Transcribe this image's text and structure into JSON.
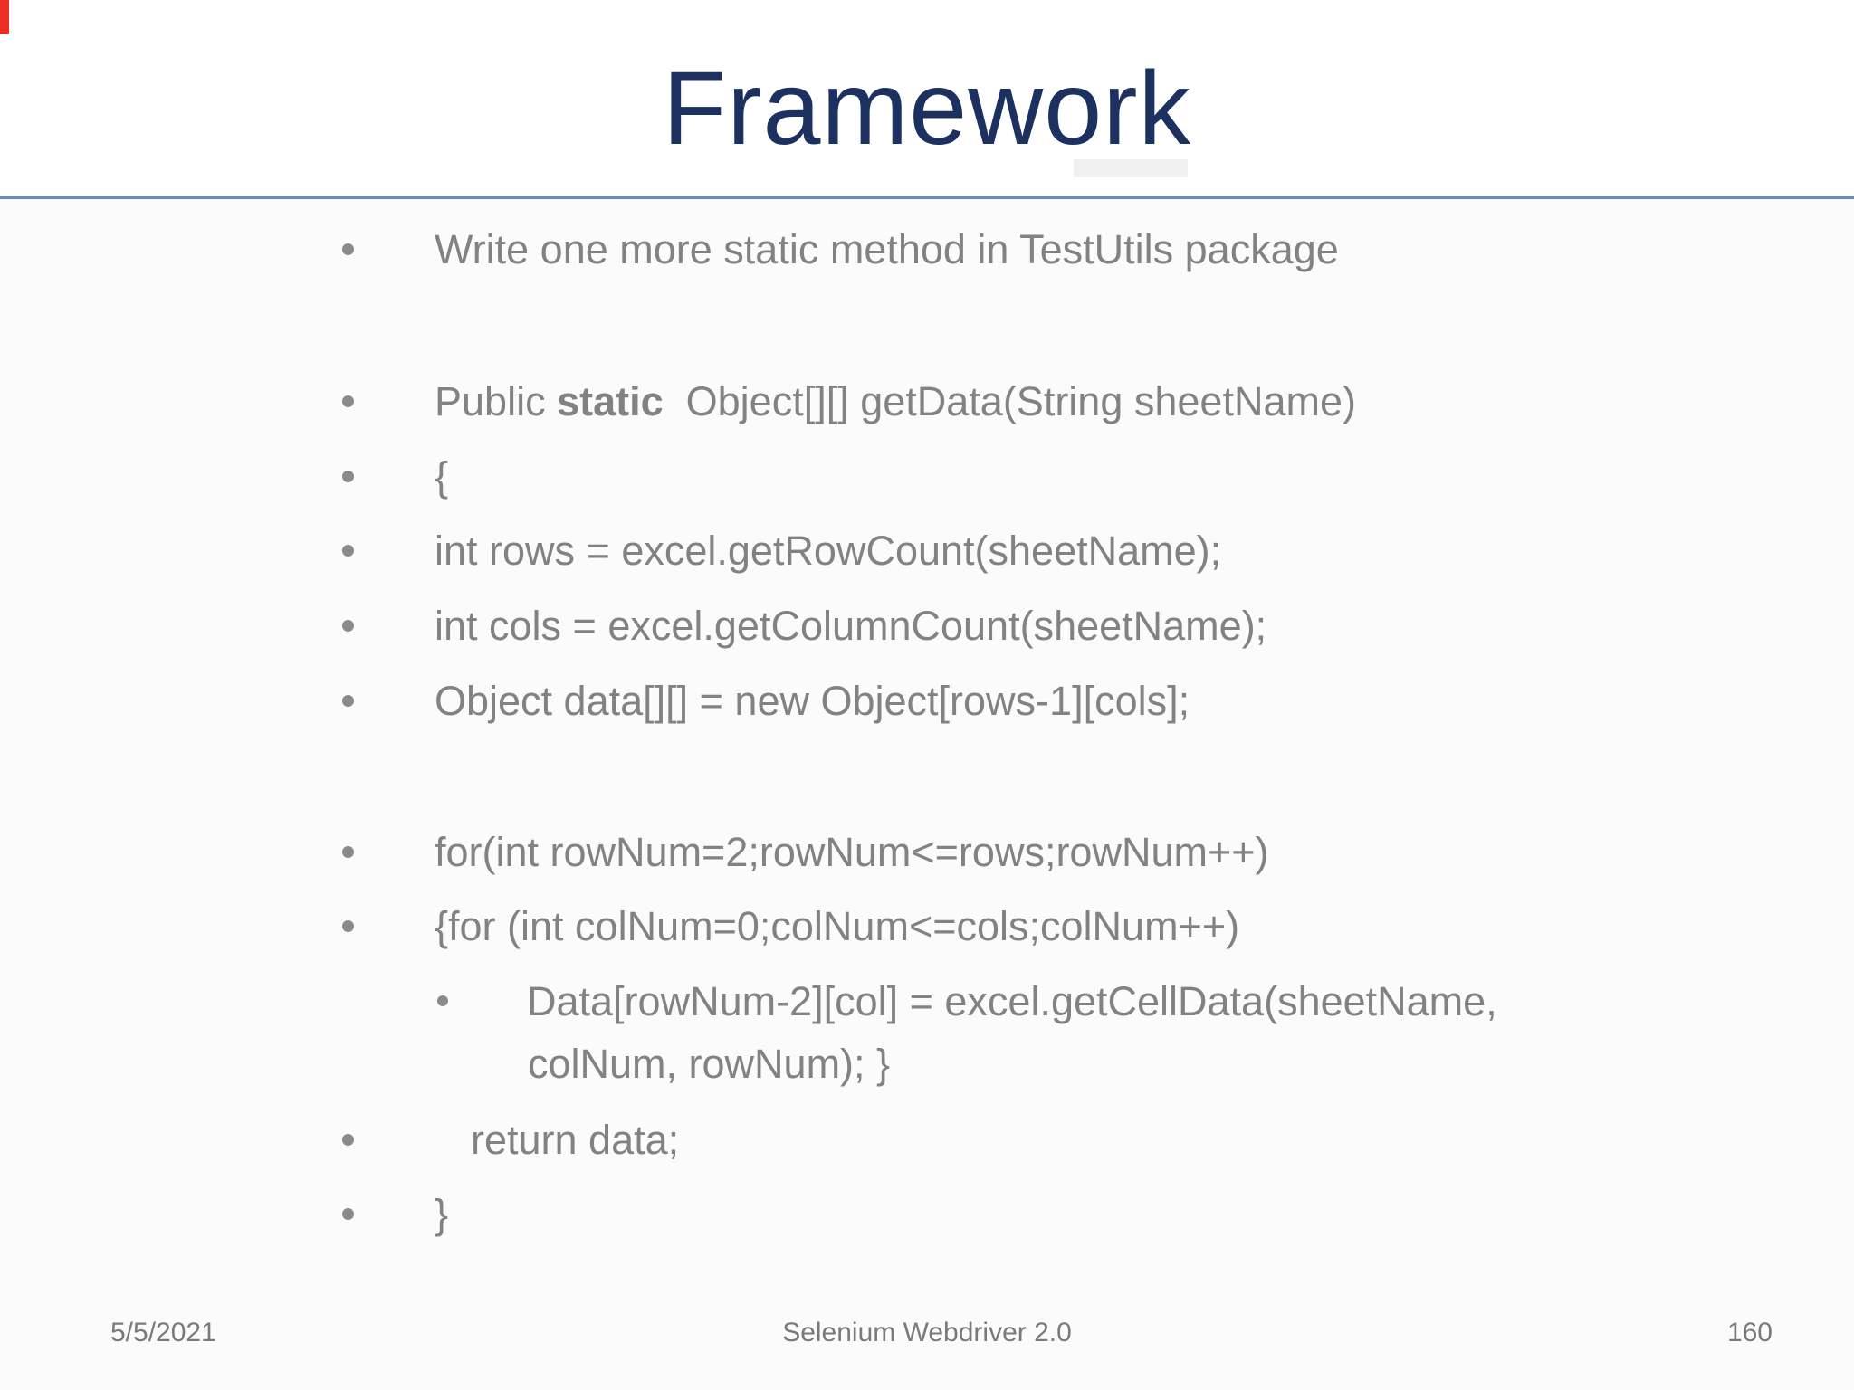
{
  "slide": {
    "title": "Framework",
    "body": {
      "b1": "Write one more static method in TestUtils package",
      "b2_pre": "Public ",
      "b2_bold": "static",
      "b2_post": "  Object[][] getData(String sheetName)",
      "b3": "{",
      "b4": "int rows = excel.getRowCount(sheetName);",
      "b5": "int cols = excel.getColumnCount(sheetName);",
      "b6": "Object data[][] = new Object[rows-1][cols];",
      "b7": "for(int rowNum=2;rowNum<=rows;rowNum++)",
      "b8": "{for (int colNum=0;colNum<=cols;colNum++)",
      "b9_line1": "Data[rowNum-2][col] = excel.getCellData(sheetName,",
      "b9_line2": "colNum, rowNum); }",
      "b10": "return data;",
      "b11": "}"
    },
    "footer": {
      "date": "5/5/2021",
      "center_title": "Selenium Webdriver 2.0",
      "page_number": "160"
    },
    "colors": {
      "title_navy": "#1d3160",
      "divider_blue": "#6090ba",
      "body_text_gray": "#828282",
      "footer_gray": "#7a7a7a",
      "recording_strip_red": "#ee2e24"
    }
  }
}
